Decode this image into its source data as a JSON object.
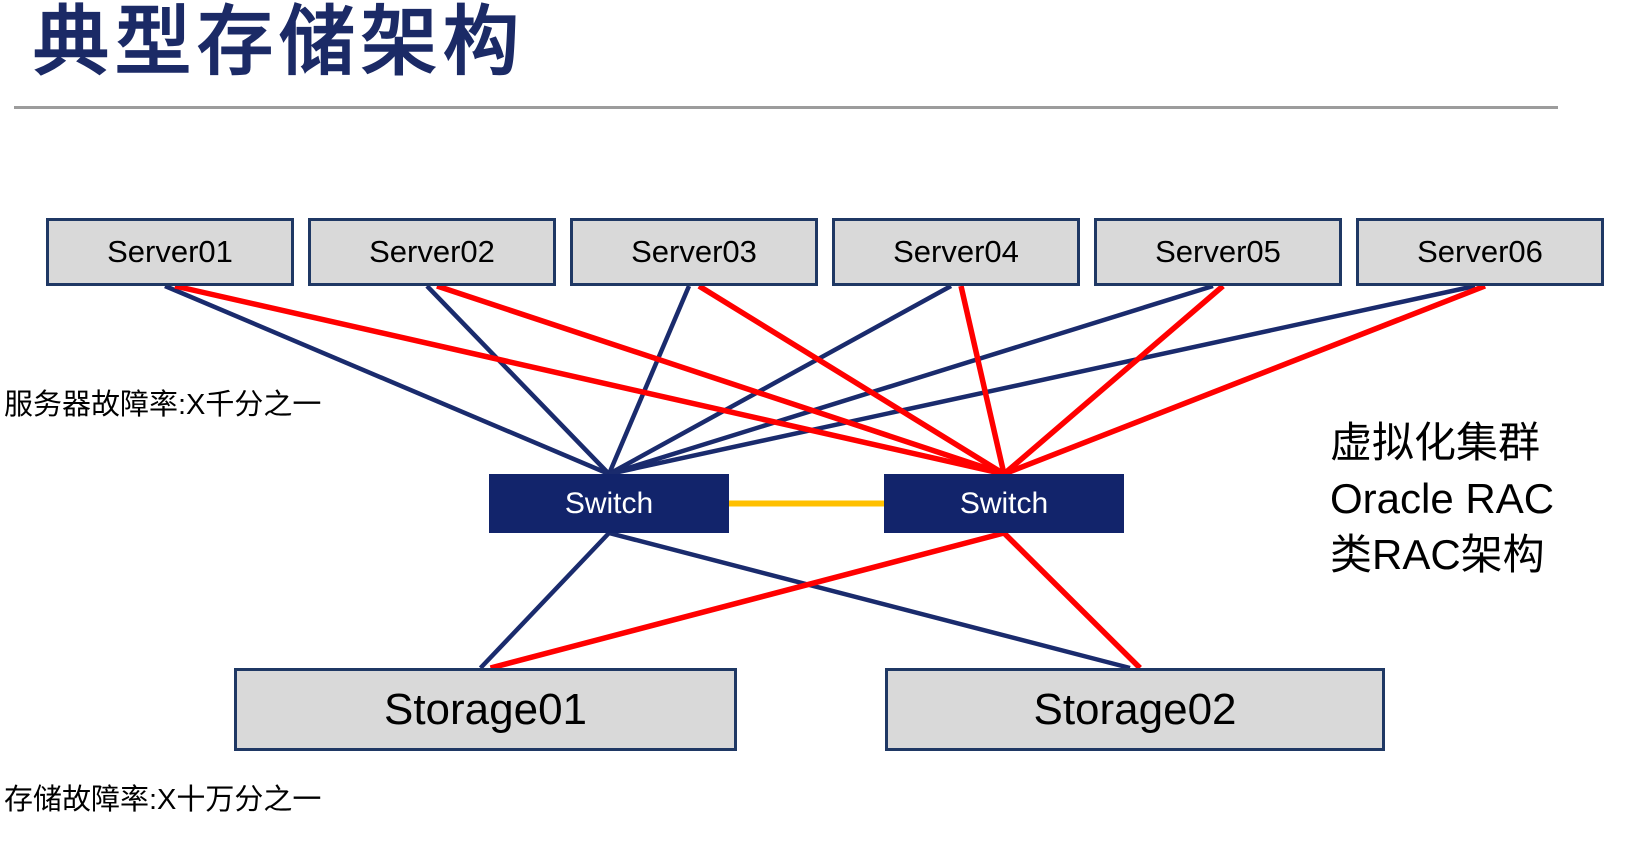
{
  "title": "典型存储架构",
  "labels": {
    "server_failure_rate": "服务器故障率:X千分之一",
    "storage_failure_rate": "存储故障率:X十万分之一"
  },
  "annotation": {
    "line1": "虚拟化集群",
    "line2": "Oracle RAC",
    "line3": "类RAC架构"
  },
  "colors": {
    "navy": "#1a2b6d",
    "red": "#ff0000",
    "gold": "#ffc000",
    "box_fill": "#d9d9d9",
    "box_border": "#1f3864",
    "switch_fill": "#12246b",
    "title": "#1b2a66",
    "divider": "#9c9c9c"
  },
  "diagram": {
    "nodes": [
      {
        "id": "server01",
        "label": "Server01",
        "type": "server"
      },
      {
        "id": "server02",
        "label": "Server02",
        "type": "server"
      },
      {
        "id": "server03",
        "label": "Server03",
        "type": "server"
      },
      {
        "id": "server04",
        "label": "Server04",
        "type": "server"
      },
      {
        "id": "server05",
        "label": "Server05",
        "type": "server"
      },
      {
        "id": "server06",
        "label": "Server06",
        "type": "server"
      },
      {
        "id": "switch-a",
        "label": "Switch",
        "type": "switch"
      },
      {
        "id": "switch-b",
        "label": "Switch",
        "type": "switch"
      },
      {
        "id": "storage01",
        "label": "Storage01",
        "type": "storage"
      },
      {
        "id": "storage02",
        "label": "Storage02",
        "type": "storage"
      }
    ],
    "edges": [
      {
        "from": "server01",
        "to": "switch-a",
        "kind": "navy"
      },
      {
        "from": "server02",
        "to": "switch-a",
        "kind": "navy"
      },
      {
        "from": "server03",
        "to": "switch-a",
        "kind": "navy"
      },
      {
        "from": "server04",
        "to": "switch-a",
        "kind": "navy"
      },
      {
        "from": "server05",
        "to": "switch-a",
        "kind": "navy"
      },
      {
        "from": "server06",
        "to": "switch-a",
        "kind": "navy"
      },
      {
        "from": "switch-a",
        "to": "storage01",
        "kind": "navy"
      },
      {
        "from": "switch-a",
        "to": "storage02",
        "kind": "navy"
      },
      {
        "from": "server01",
        "to": "switch-b",
        "kind": "red"
      },
      {
        "from": "server02",
        "to": "switch-b",
        "kind": "red"
      },
      {
        "from": "server03",
        "to": "switch-b",
        "kind": "red"
      },
      {
        "from": "server04",
        "to": "switch-b",
        "kind": "red"
      },
      {
        "from": "server05",
        "to": "switch-b",
        "kind": "red"
      },
      {
        "from": "server06",
        "to": "switch-b",
        "kind": "red"
      },
      {
        "from": "switch-b",
        "to": "storage01",
        "kind": "red"
      },
      {
        "from": "switch-b",
        "to": "storage02",
        "kind": "red"
      },
      {
        "from": "switch-a",
        "to": "switch-b",
        "kind": "gold"
      }
    ]
  }
}
